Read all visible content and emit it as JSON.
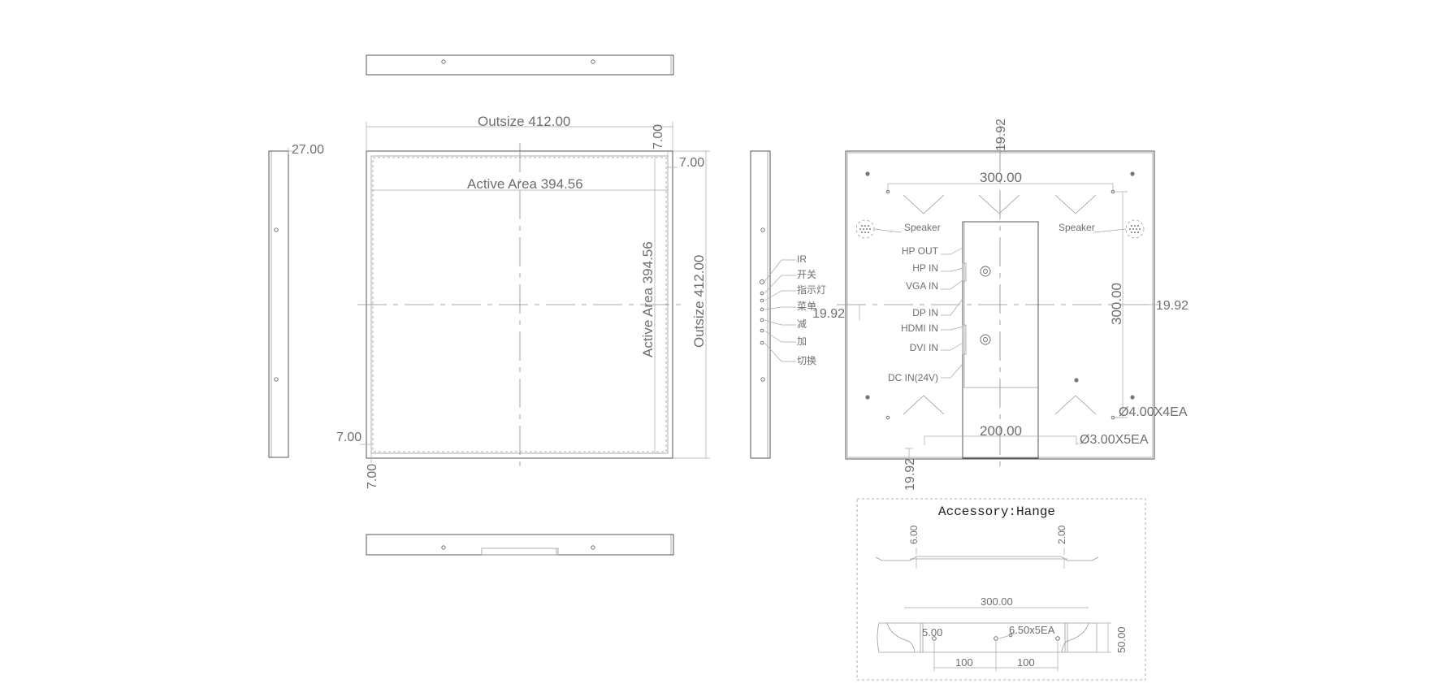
{
  "front": {
    "outsize_w": "Outsize 412.00",
    "outsize_h": "Outsize 412.00",
    "active_w": "Active Area 394.56",
    "active_h": "Active Area 394.56",
    "bezel_top": "7.00",
    "bezel_right": "7.00",
    "bezel_left": "7.00",
    "bezel_bottom": "7.00"
  },
  "side_left": {
    "depth": "27.00"
  },
  "buttons": [
    "IR",
    "开关",
    "指示灯",
    "菜单",
    "减",
    "加",
    "切换"
  ],
  "back": {
    "top_offset": "19.92",
    "vesa_w": "300.00",
    "vesa_h": "300.00",
    "left_offset": "19.92",
    "right_offset": "19.92",
    "bottom_offset": "19.92",
    "bottom_w": "200.00",
    "hole_large": "Ø4.00X4EA",
    "hole_small": "Ø3.00X5EA",
    "speaker_left": "Speaker",
    "speaker_right": "Speaker",
    "ports": [
      "HP OUT",
      "HP IN",
      "VGA IN",
      "DP IN",
      "HDMI IN",
      "DVI IN",
      "DC IN(24V)"
    ]
  },
  "accessory": {
    "title": "Accessory:Hange",
    "h_left": "6.00",
    "h_right": "2.00",
    "width": "300.00",
    "r_label": "5.00",
    "hole_label": "6.50x5EA",
    "height": "50.00",
    "pitch_left": "100",
    "pitch_right": "100"
  }
}
